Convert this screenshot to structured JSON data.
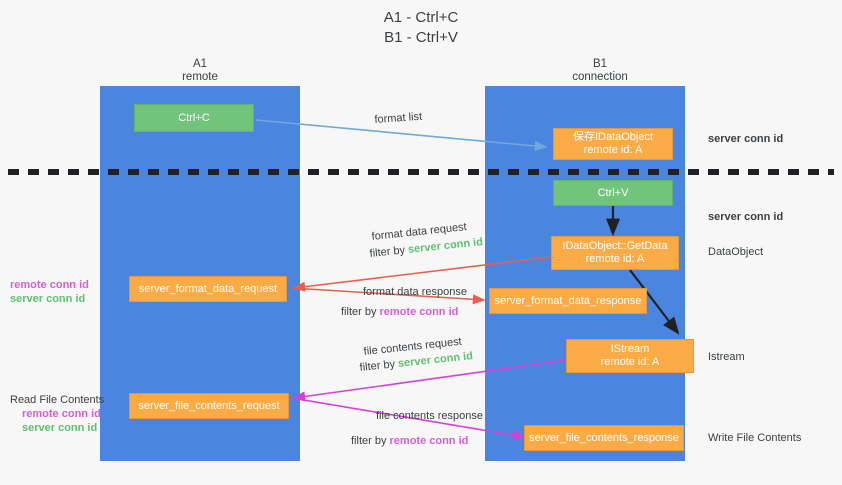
{
  "title": {
    "line1": "A1 - Ctrl+C",
    "line2": "B1 - Ctrl+V"
  },
  "columns": [
    {
      "name": "A1",
      "sub": "remote"
    },
    {
      "name": "B1",
      "sub": "connection"
    }
  ],
  "colors": {
    "lane": "#4a86e0",
    "orange": "#fbab45",
    "green": "#72c47c",
    "green_text": "#5fbf72",
    "purple_text": "#d55fd5",
    "arrow_blue": "#6fa8dc",
    "arrow_red": "#e8604c",
    "arrow_magenta": "#d63fd6",
    "arrow_black": "#202124",
    "background": "#f7f7f7",
    "text": "#3c4043"
  },
  "boxes": {
    "ctrl_c": {
      "label": "Ctrl+C"
    },
    "save_idataobject": {
      "line1": "保存IDataObject",
      "line2": "remote id: A"
    },
    "ctrl_v": {
      "label": "Ctrl+V"
    },
    "getdata": {
      "line1": "IDataObject::GetData",
      "line2": "remote id: A"
    },
    "istream": {
      "line1": "IStream",
      "line2": "remote id: A"
    },
    "server_format_data_request": {
      "label": "server_format_data_request"
    },
    "server_format_data_response": {
      "label": "server_format_data_response"
    },
    "server_file_contents_request": {
      "label": "server_file_contents_request"
    },
    "server_file_contents_response": {
      "label": "server_file_contents_response"
    }
  },
  "annotations": {
    "format_list": "format list",
    "format_data_request": "format data request",
    "format_data_filter_prefix": "filter by ",
    "format_data_filter_value": "server conn id",
    "format_data_response": "format data response",
    "format_data_response_filter_prefix": "filter by ",
    "format_data_response_filter_value": "remote conn id",
    "file_contents_request": "file contents request",
    "file_contents_filter_prefix": "filter by ",
    "file_contents_filter_value": "server conn id",
    "file_contents_response": "file contents response",
    "file_contents_response_filter_prefix": "filter by ",
    "file_contents_response_filter_value": "remote conn id"
  },
  "right_labels": {
    "server_conn_id_top": "server conn id",
    "server_conn_id_mid": "server conn id",
    "dataobject": "DataObject",
    "istream": "Istream",
    "write_file_contents": "Write File Contents"
  },
  "left_labels": {
    "remote_conn_id_1": "remote conn id",
    "server_conn_id_1": "server conn id",
    "read_file_contents": "Read File Contents",
    "remote_conn_id_2": "remote conn id",
    "server_conn_id_2": "server conn id"
  }
}
